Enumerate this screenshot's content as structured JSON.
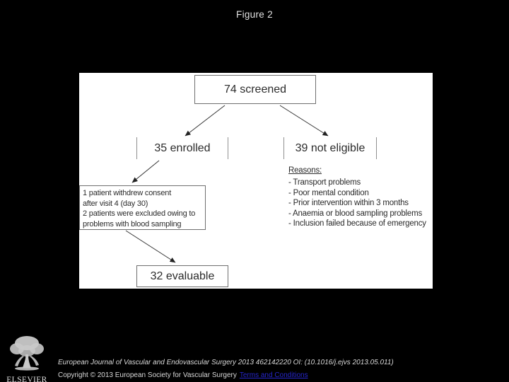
{
  "colors": {
    "bg": "#000000",
    "panel": "#ffffff",
    "ink": "#2b2b2b",
    "link": "#2626cc"
  },
  "slide": {
    "title": "Figure 2"
  },
  "flowchart": {
    "nodes": {
      "screened": "74 screened",
      "enrolled": "35 enrolled",
      "not_eligible": "39 not eligible",
      "evaluable": "32 evaluable",
      "excluded_lines": [
        "1 patient withdrew consent",
        "after visit 4 (day 30)",
        "2 patients were excluded owing to",
        "problems with blood sampling"
      ]
    },
    "reasons": {
      "heading": "Reasons:",
      "items": [
        "- Transport problems",
        "- Poor mental condition",
        "- Prior intervention within 3 months",
        "- Anaemia or blood sampling problems",
        "- Inclusion failed because of emergency"
      ]
    }
  },
  "footer": {
    "logo_text": "ELSEVIER",
    "citation": "European Journal of Vascular and Endovascular Surgery 2013 462142220 OI: (10.1016/j.ejvs 2013.05.011)",
    "copyright": "Copyright © 2013 European Society for Vascular Surgery",
    "link": "Terms and Conditions"
  }
}
